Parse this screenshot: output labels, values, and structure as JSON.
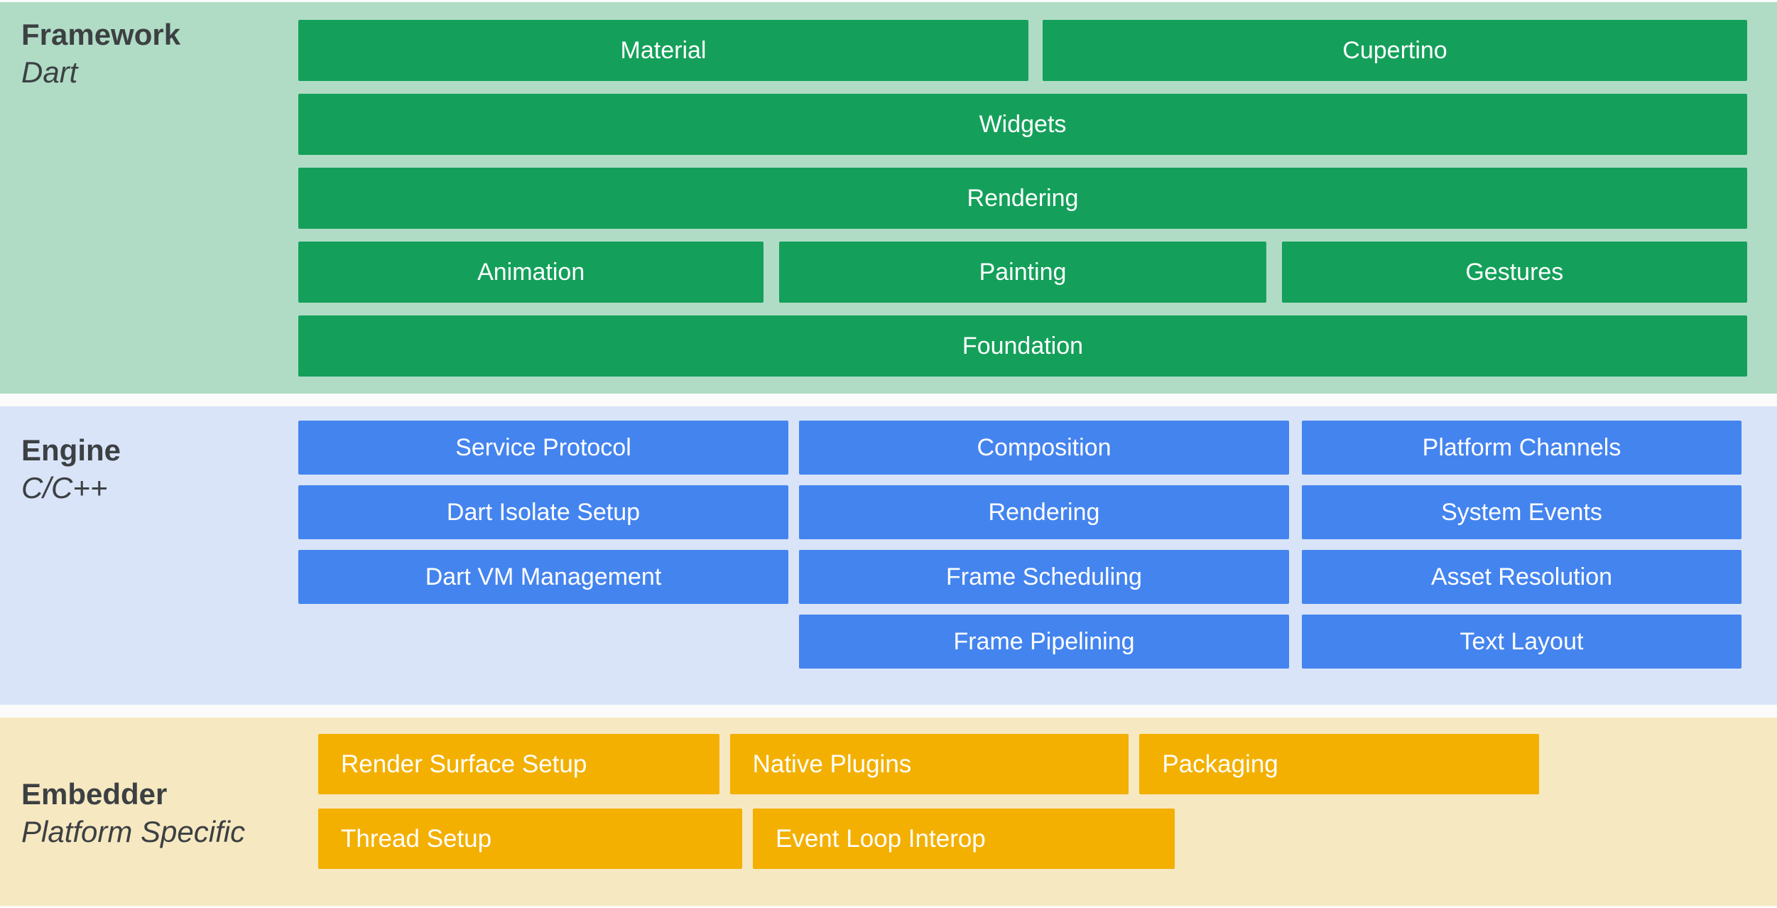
{
  "colors": {
    "green_box": "#14A05A",
    "green_bg": "#B0DCC5",
    "blue_box": "#4484EF",
    "blue_bg": "#D9E4F8",
    "amber_box": "#F3B000",
    "amber_bg": "#F6E8C1",
    "label_text": "#3C4043",
    "box_text": "#FFFFFF",
    "page_bg": "#FBFBFB"
  },
  "sections": {
    "framework": {
      "title": "Framework",
      "subtitle": "Dart",
      "boxes": {
        "material": "Material",
        "cupertino": "Cupertino",
        "widgets": "Widgets",
        "rendering": "Rendering",
        "animation": "Animation",
        "painting": "Painting",
        "gestures": "Gestures",
        "foundation": "Foundation"
      }
    },
    "engine": {
      "title": "Engine",
      "subtitle": "C/C++",
      "boxes": {
        "service_protocol": "Service Protocol",
        "dart_isolate_setup": "Dart Isolate Setup",
        "dart_vm_management": "Dart VM Management",
        "composition": "Composition",
        "rendering": "Rendering",
        "frame_scheduling": "Frame Scheduling",
        "frame_pipelining": "Frame Pipelining",
        "platform_channels": "Platform Channels",
        "system_events": "System Events",
        "asset_resolution": "Asset Resolution",
        "text_layout": "Text Layout"
      }
    },
    "embedder": {
      "title": "Embedder",
      "subtitle": "Platform Specific",
      "boxes": {
        "render_surface_setup": "Render Surface Setup",
        "native_plugins": "Native Plugins",
        "packaging": "Packaging",
        "thread_setup": "Thread Setup",
        "event_loop_interop": "Event Loop Interop"
      }
    }
  }
}
